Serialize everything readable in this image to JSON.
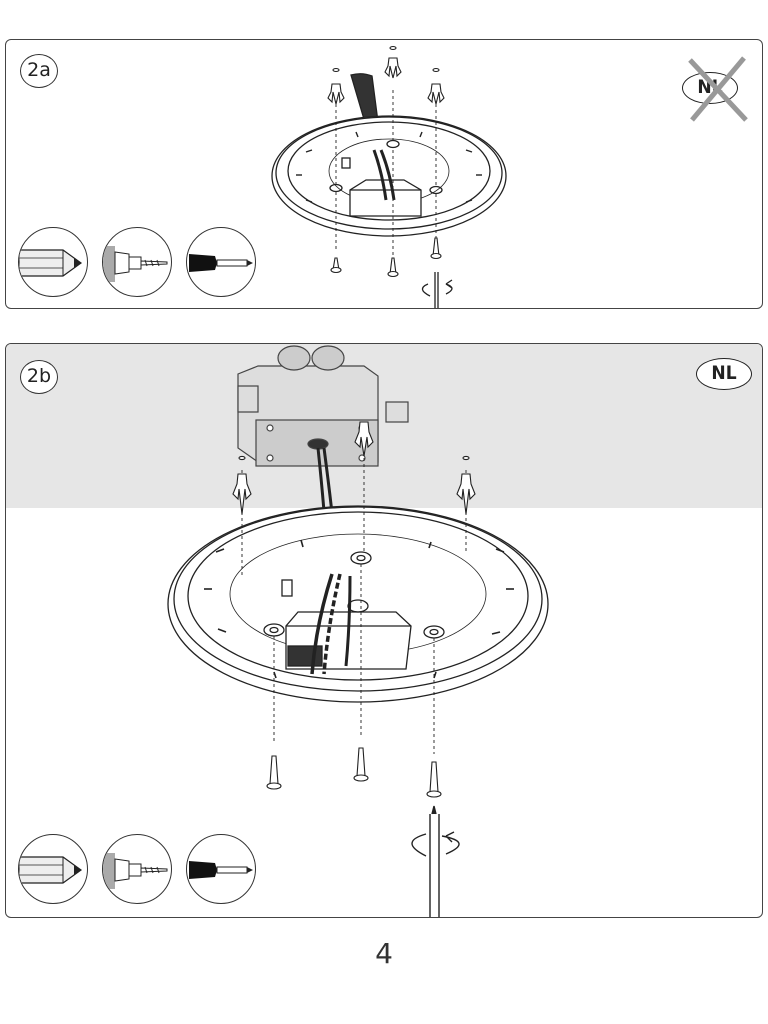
{
  "steps": [
    {
      "label": "2a",
      "badge": "NL",
      "badge_crossed": true,
      "tools": [
        "pencil-icon",
        "drill-icon",
        "screwdriver-icon"
      ]
    },
    {
      "label": "2b",
      "badge": "NL",
      "badge_crossed": false,
      "tools": [
        "pencil-icon",
        "drill-icon",
        "screwdriver-icon"
      ]
    }
  ],
  "page": {
    "number": "4"
  },
  "colors": {
    "line": "#222222",
    "ceiling": "#e6e6e6",
    "panel_border": "#444444"
  }
}
